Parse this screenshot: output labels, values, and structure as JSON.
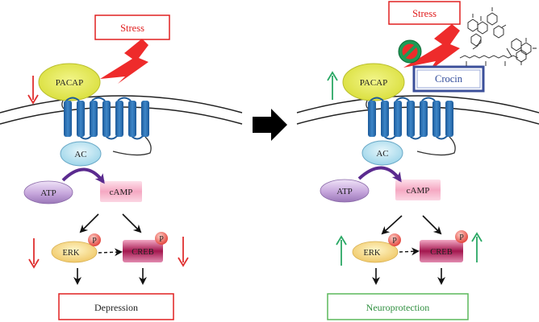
{
  "left_panel": {
    "stress_label": "Stress",
    "pacap_label": "PACAP",
    "ac_label": "AC",
    "atp_label": "ATP",
    "camp_label": "cAMP",
    "erk_label": "ERK",
    "creb_label": "CREB",
    "phospho_label": "P",
    "outcome_label": "Depression"
  },
  "right_panel": {
    "stress_label": "Stress",
    "pacap_label": "PACAP",
    "crocin_label": "Crocin",
    "ac_label": "AC",
    "atp_label": "ATP",
    "camp_label": "cAMP",
    "erk_label": "ERK",
    "creb_label": "CREB",
    "phospho_label": "P",
    "outcome_label": "Neuroprotection"
  },
  "colors": {
    "stress_red": "#e02020",
    "down_red": "#e03030",
    "up_green": "#2aa865",
    "neuro_green": "#5cb85c",
    "crocin_blue": "#3b4f9a",
    "receptor_blue": "#2a6fb0",
    "pacap_yellow": "#e2e84a"
  },
  "icons": [
    "lightning-bolt-icon",
    "inhibition-icon",
    "transition-arrow-icon",
    "crocin-molecule-icon",
    "up-arrow-icon",
    "down-arrow-icon"
  ]
}
